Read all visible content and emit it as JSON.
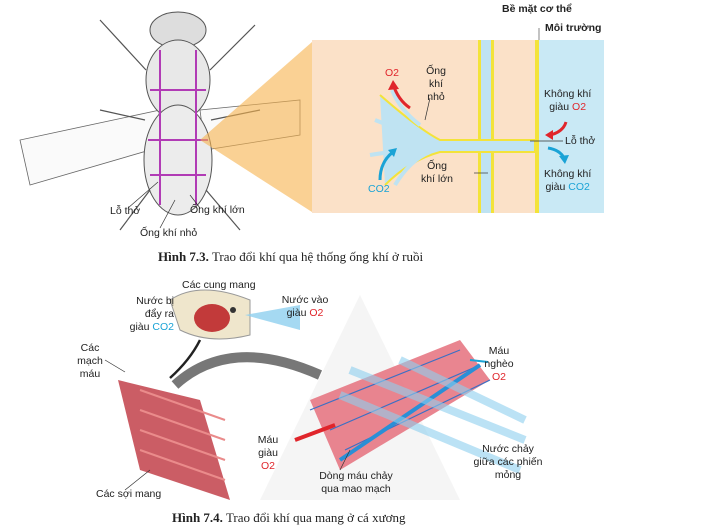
{
  "figure_7_3": {
    "caption_number": "Hình 7.3.",
    "caption_text": "Trao đổi khí qua hệ thống ống khí ở ruồi",
    "fly_labels": {
      "spiracle": "Lỗ thở",
      "large_trachea": "Ống khí lớn",
      "small_trachea": "Ống khí nhỏ"
    },
    "panel": {
      "body_surface": "Bề mặt cơ thể",
      "environment": "Môi trường",
      "o2": "O2",
      "co2": "CO2",
      "small_trachea": "Ống khí nhỏ",
      "large_trachea": "Ống khí lớn",
      "air_rich_o2_line1": "Không khí",
      "air_rich_o2_line2": "giàu",
      "air_rich_o2_gas": "O2",
      "spiracle": "Lỗ thở",
      "air_rich_co2_line1": "Không khí",
      "air_rich_co2_line2": "giàu",
      "air_rich_co2_gas": "CO2"
    }
  },
  "figure_7_4": {
    "caption_number": "Hình 7.4.",
    "caption_text": "Trao đổi khí qua mang ở cá xương",
    "labels": {
      "gill_arches": "Các cung mang",
      "water_out": "Nước bị đẩy ra giàu",
      "water_out_gas": "CO2",
      "water_in": "Nước vào giàu",
      "water_in_gas": "O2",
      "blood_vessels": "Các mạch máu",
      "blood_poor": "Máu nghèo",
      "blood_poor_gas": "O2",
      "blood_rich": "Máu giàu",
      "blood_rich_gas": "O2",
      "capillary_flow": "Dòng máu chảy qua mao mạch",
      "water_flow": "Nước chảy giữa các phiến mỏng",
      "gill_filaments": "Các sợi mang"
    }
  },
  "colors": {
    "o2": "#e0252b",
    "co2": "#1aa3d6",
    "tissue": "#fbe1c8",
    "air": "#c9e9f5",
    "trachea": "#f3e33a"
  }
}
